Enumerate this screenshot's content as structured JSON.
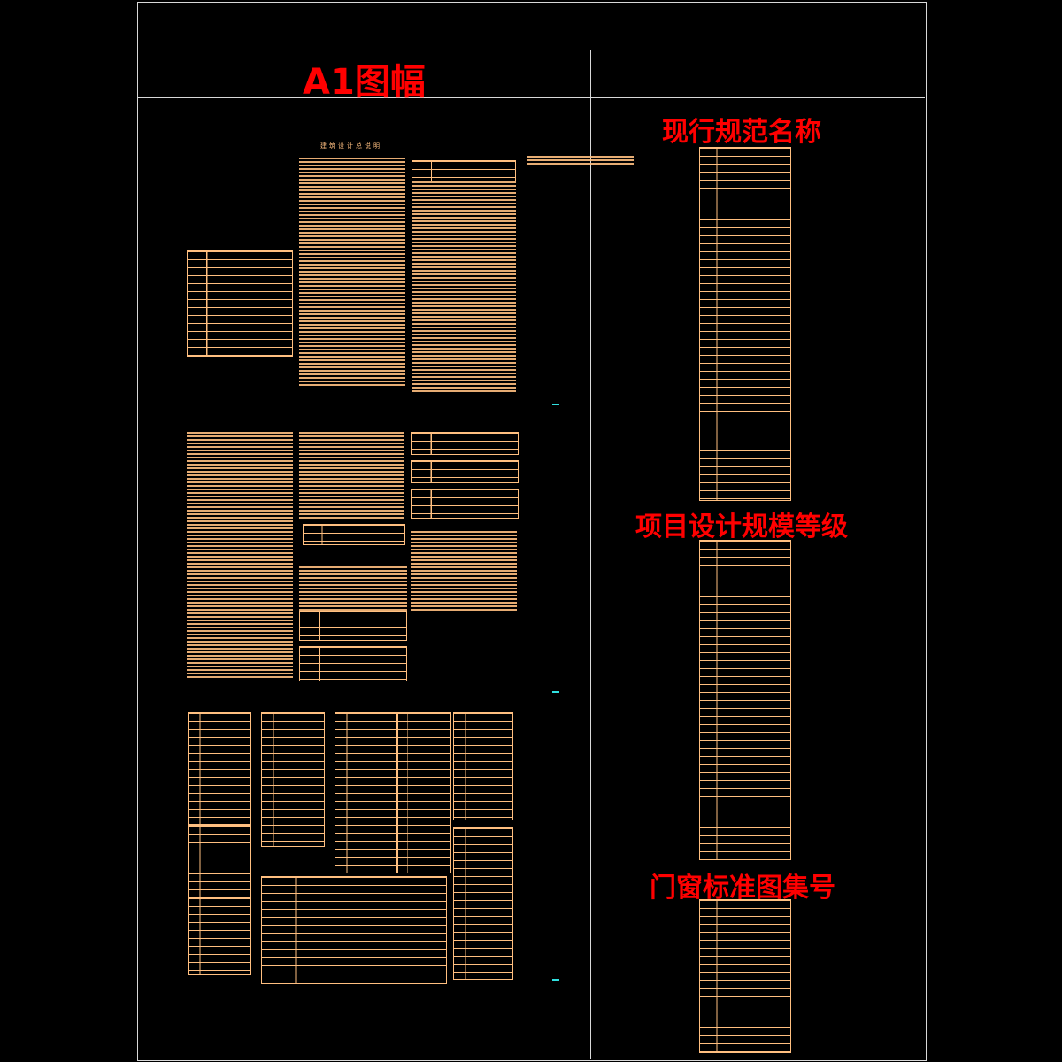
{
  "sheet": {
    "size_label": "A1图幅"
  },
  "drawing": {
    "title": "建筑设计总说明"
  },
  "sections": {
    "codes": "现行规范名称",
    "scale": "项目设计规模等级",
    "doors": "门窗标准图集号"
  },
  "colors": {
    "frame": "#d8d8d8",
    "text": "#ffbf80",
    "heading": "#ff0000",
    "marker": "#30e0e0"
  }
}
